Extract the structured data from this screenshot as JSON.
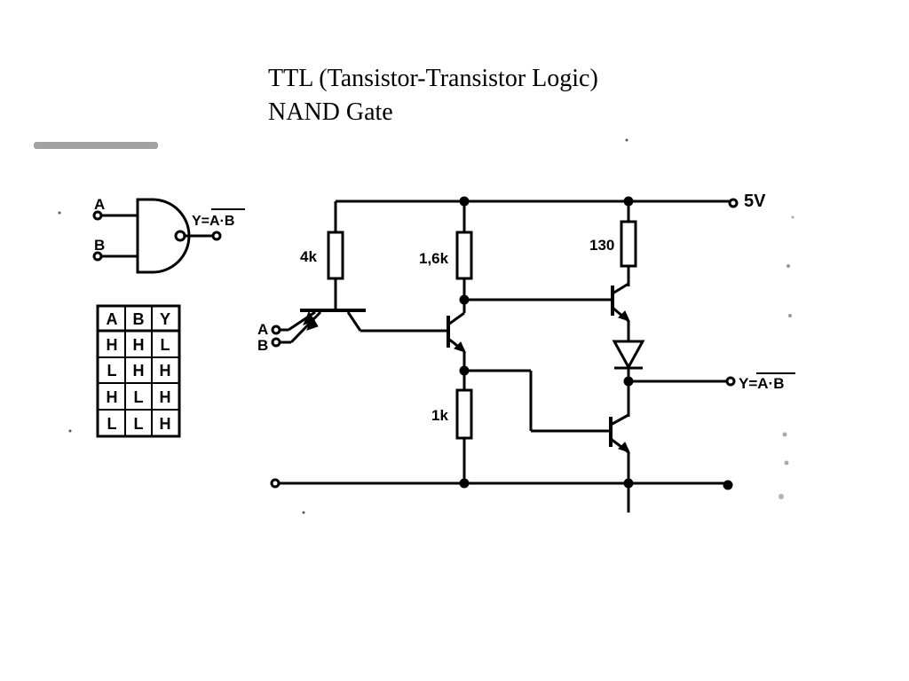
{
  "title": {
    "line1": "TTL (Tansistor-Transistor Logic)",
    "line2": "NAND Gate"
  },
  "gate_symbol": {
    "input_a": "A",
    "input_b": "B",
    "output": "Y=A·B"
  },
  "truth_table": {
    "headers": [
      "A",
      "B",
      "Y"
    ],
    "rows": [
      [
        "H",
        "H",
        "L"
      ],
      [
        "L",
        "H",
        "H"
      ],
      [
        "H",
        "L",
        "H"
      ],
      [
        "L",
        "L",
        "H"
      ]
    ]
  },
  "circuit": {
    "supply": "5V",
    "r1": "4k",
    "r2": "1,6k",
    "r3": "130",
    "r4": "1k",
    "input_a": "A",
    "input_b": "B",
    "output": "Y=A·B"
  }
}
